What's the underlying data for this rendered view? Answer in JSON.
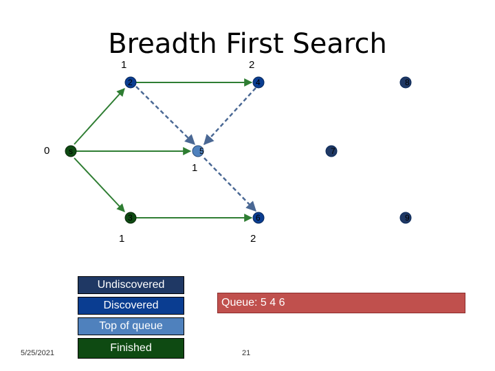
{
  "title": "Breadth First Search",
  "colors": {
    "undiscovered": "#1f3864",
    "discovered": "#0a3d91",
    "top_of_queue": "#4f81bd",
    "finished": "#0e4a12",
    "tree_edge": "#2e7d32",
    "graph_edge": "#4a6894",
    "queue_fill": "#c0504d"
  },
  "distance_labels": [
    "1",
    "2",
    "0",
    "1",
    "1",
    "2"
  ],
  "nodes": [
    {
      "id": "2",
      "label": "2",
      "state": "discovered"
    },
    {
      "id": "4",
      "label": "4",
      "state": "discovered"
    },
    {
      "id": "8",
      "label": "8",
      "state": "undiscovered"
    },
    {
      "id": "s",
      "label": "s",
      "state": "finished"
    },
    {
      "id": "5",
      "label": "5",
      "state": "top_of_queue"
    },
    {
      "id": "7",
      "label": "7",
      "state": "undiscovered"
    },
    {
      "id": "3",
      "label": "3",
      "state": "finished"
    },
    {
      "id": "6",
      "label": "6",
      "state": "discovered"
    },
    {
      "id": "9",
      "label": "9",
      "state": "undiscovered"
    }
  ],
  "legend": {
    "undiscovered": "Undiscovered",
    "discovered": "Discovered",
    "top_of_queue": "Top of queue",
    "finished": "Finished"
  },
  "queue_text": "Queue: 5 4 6",
  "footer": {
    "date": "5/25/2021",
    "page": "21"
  }
}
